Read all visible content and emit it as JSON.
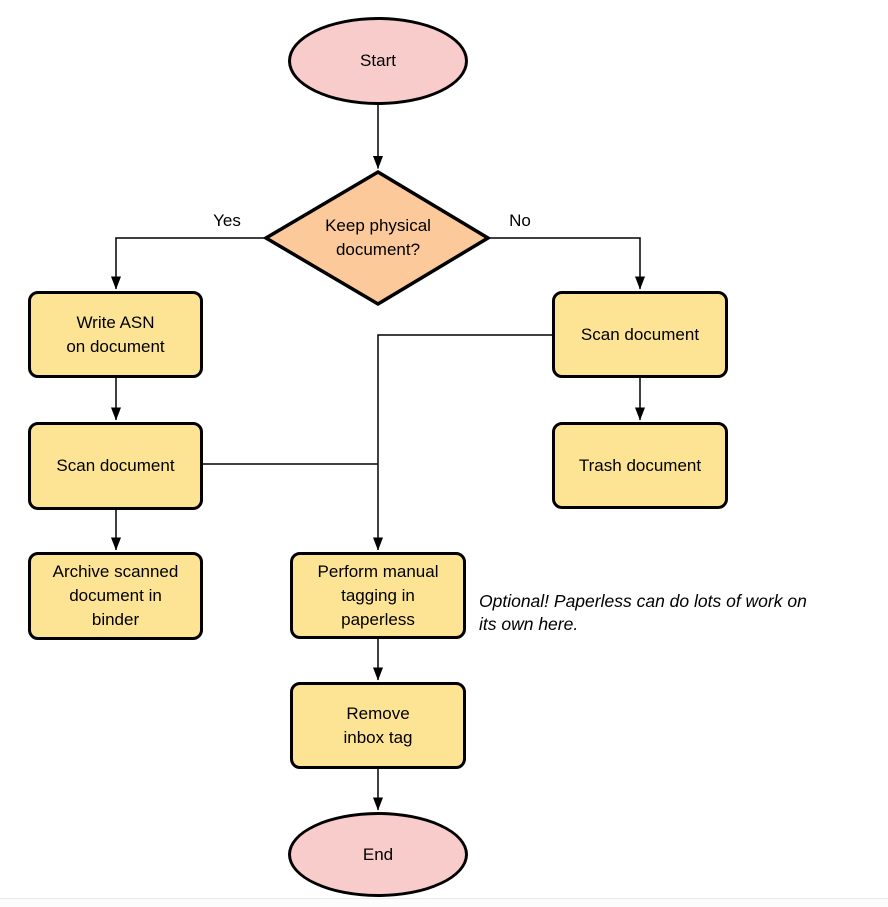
{
  "diagram": {
    "type": "flowchart",
    "nodes": {
      "start": "Start",
      "decision": "Keep physical\ndocument?",
      "write_asn": "Write ASN\non document",
      "scan_yes": "Scan document",
      "archive": "Archive scanned\ndocument in\nbinder",
      "scan_no": "Scan document",
      "trash": "Trash document",
      "tagging": "Perform manual\ntagging in\npaperless",
      "remove_inbox": "Remove\ninbox tag",
      "end": "End"
    },
    "edge_labels": {
      "yes": "Yes",
      "no": "No"
    },
    "note": "Optional! Paperless can do lots of work on\nits own here.",
    "edges": [
      "Start -> Keep physical document?",
      "Keep physical document? -Yes-> Write ASN on document",
      "Keep physical document? -No-> Scan document (right)",
      "Write ASN on document -> Scan document (left)",
      "Scan document (left) -> Archive scanned document in binder",
      "Scan document (right) -> Trash document",
      "Scan document (left) -> Perform manual tagging in paperless",
      "Scan document (right) -> Perform manual tagging in paperless",
      "Perform manual tagging in paperless -> Remove inbox tag",
      "Remove inbox tag -> End"
    ]
  },
  "colors": {
    "terminal_fill": "#F8CCCB",
    "decision_fill": "#FBC99A",
    "process_fill": "#FCE494",
    "stroke": "#000000",
    "background": "#FFFFFF"
  }
}
